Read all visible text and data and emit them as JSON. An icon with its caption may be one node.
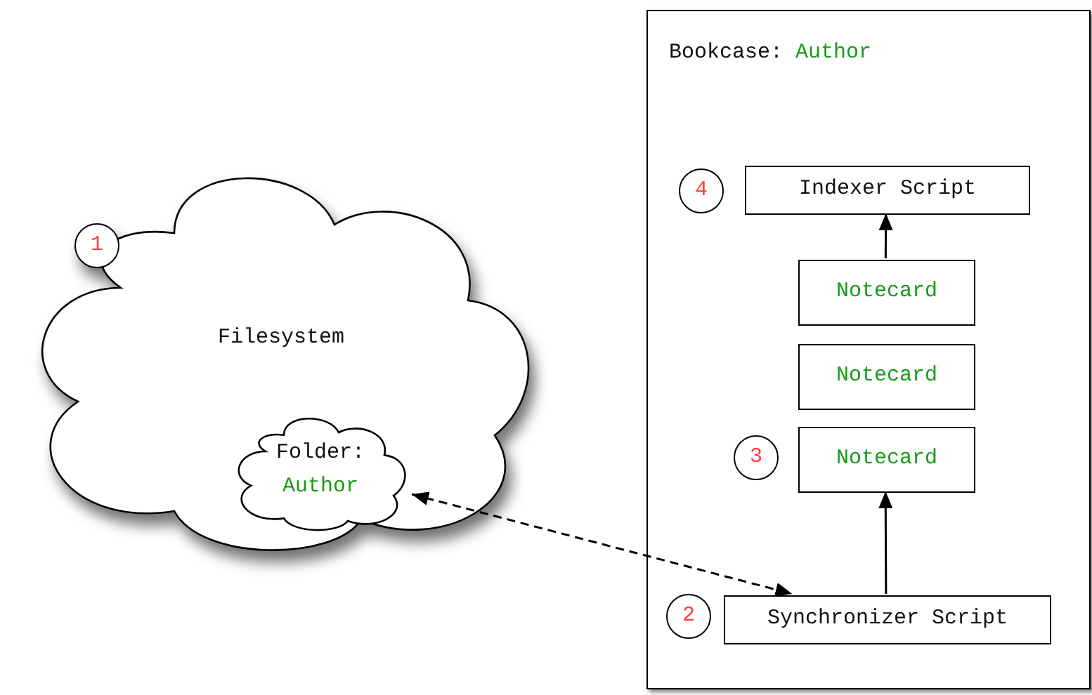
{
  "diagram": {
    "nodes": [
      {
        "text": [
          "Filesystem"
        ]
      },
      {
        "text": [
          "1"
        ],
        "in": 0
      },
      {
        "text": [
          "Folder:",
          "Author"
        ],
        "in": 0
      },
      {
        "text": [
          "Bookcase:",
          "Author"
        ]
      },
      {
        "text": [
          "4"
        ],
        "in": 3
      },
      {
        "text": [
          "Indexer Script"
        ],
        "in": 3
      },
      {
        "text": [
          "Notecard"
        ],
        "in": 3
      },
      {
        "text": [
          "Notecard"
        ],
        "in": 3
      },
      {
        "text": [
          "3"
        ],
        "in": 3
      },
      {
        "text": [
          "Notecard"
        ],
        "in": 3
      },
      {
        "text": [
          "2"
        ],
        "in": 3
      },
      {
        "text": [
          "Synchronizer Script"
        ],
        "in": 3
      }
    ],
    "edges": [
      {
        "from": 6,
        "to": 5,
        "arrow": "to"
      },
      {
        "from": 11,
        "to": 9,
        "arrow": "to"
      },
      {
        "from": 2,
        "to": 11,
        "arrow": "both",
        "style": "dashed"
      }
    ]
  }
}
